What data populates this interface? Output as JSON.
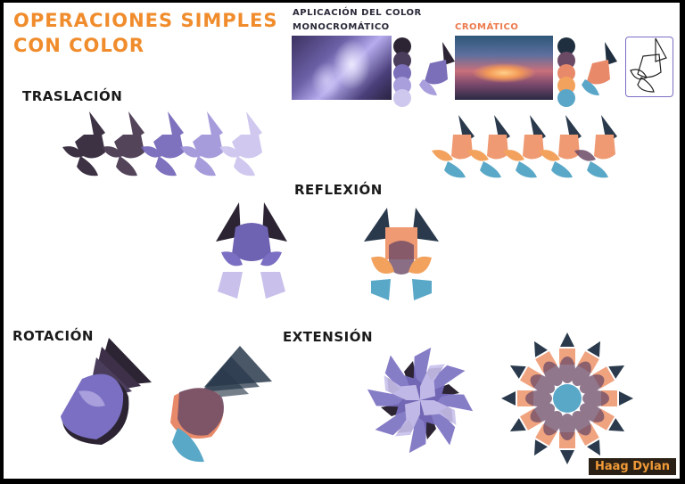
{
  "title": {
    "line1": "OPERACIONES SIMPLES",
    "line2": "CON COLOR"
  },
  "color_application": {
    "heading": "APLICACIÓN DEL COLOR",
    "mono_label": "MONOCROMÁTICO",
    "chrom_label": "CROMÁTICO",
    "mono_palette": [
      "#2c2433",
      "#4a3d5c",
      "#7a6fb8",
      "#a89fdc",
      "#cfc8ee"
    ],
    "chrom_palette": [
      "#1f2f3f",
      "#6b4a66",
      "#e88a6a",
      "#f3a25e",
      "#5aa6c8"
    ]
  },
  "sections": {
    "translation": "TRASLACIÓN",
    "reflection": "REFLEXIÓN",
    "rotation": "ROTACIÓN",
    "extension": "EXTENSIÓN"
  },
  "author": "Haag Dylan",
  "colors": {
    "accent_orange": "#f08c2c",
    "dark_plum": "#3d2f42",
    "violet": "#7a6fc2",
    "lavender": "#c9c1ec",
    "navy": "#2a3a4c",
    "salmon": "#ef9a72",
    "sky_blue": "#5aa8c8"
  }
}
